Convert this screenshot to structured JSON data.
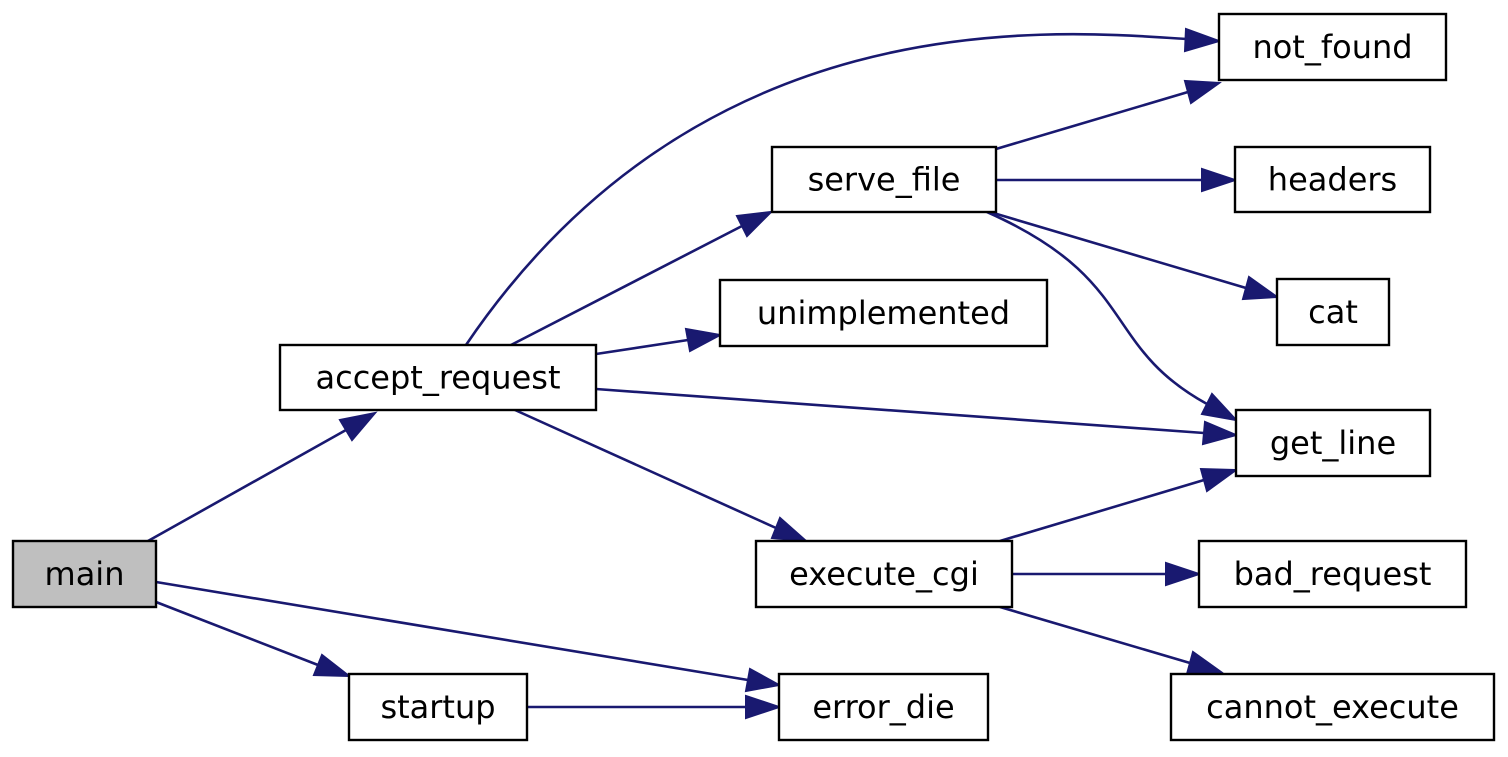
{
  "diagram": {
    "edge_color": "#191970",
    "highlight_color": "#bfbfbf",
    "root": "main",
    "nodes": [
      {
        "id": "main",
        "label": "main",
        "highlighted": true
      },
      {
        "id": "accept_request",
        "label": "accept_request",
        "highlighted": false
      },
      {
        "id": "startup",
        "label": "startup",
        "highlighted": false
      },
      {
        "id": "serve_file",
        "label": "serve_file",
        "highlighted": false
      },
      {
        "id": "unimplemented",
        "label": "unimplemented",
        "highlighted": false
      },
      {
        "id": "execute_cgi",
        "label": "execute_cgi",
        "highlighted": false
      },
      {
        "id": "error_die",
        "label": "error_die",
        "highlighted": false
      },
      {
        "id": "not_found",
        "label": "not_found",
        "highlighted": false
      },
      {
        "id": "headers",
        "label": "headers",
        "highlighted": false
      },
      {
        "id": "cat",
        "label": "cat",
        "highlighted": false
      },
      {
        "id": "get_line",
        "label": "get_line",
        "highlighted": false
      },
      {
        "id": "bad_request",
        "label": "bad_request",
        "highlighted": false
      },
      {
        "id": "cannot_execute",
        "label": "cannot_execute",
        "highlighted": false
      }
    ],
    "edges": [
      {
        "from": "main",
        "to": "accept_request"
      },
      {
        "from": "main",
        "to": "error_die"
      },
      {
        "from": "main",
        "to": "startup"
      },
      {
        "from": "accept_request",
        "to": "not_found"
      },
      {
        "from": "accept_request",
        "to": "serve_file"
      },
      {
        "from": "accept_request",
        "to": "unimplemented"
      },
      {
        "from": "accept_request",
        "to": "get_line"
      },
      {
        "from": "accept_request",
        "to": "execute_cgi"
      },
      {
        "from": "serve_file",
        "to": "not_found"
      },
      {
        "from": "serve_file",
        "to": "headers"
      },
      {
        "from": "serve_file",
        "to": "cat"
      },
      {
        "from": "serve_file",
        "to": "get_line"
      },
      {
        "from": "execute_cgi",
        "to": "get_line"
      },
      {
        "from": "execute_cgi",
        "to": "bad_request"
      },
      {
        "from": "execute_cgi",
        "to": "cannot_execute"
      },
      {
        "from": "startup",
        "to": "error_die"
      }
    ]
  }
}
